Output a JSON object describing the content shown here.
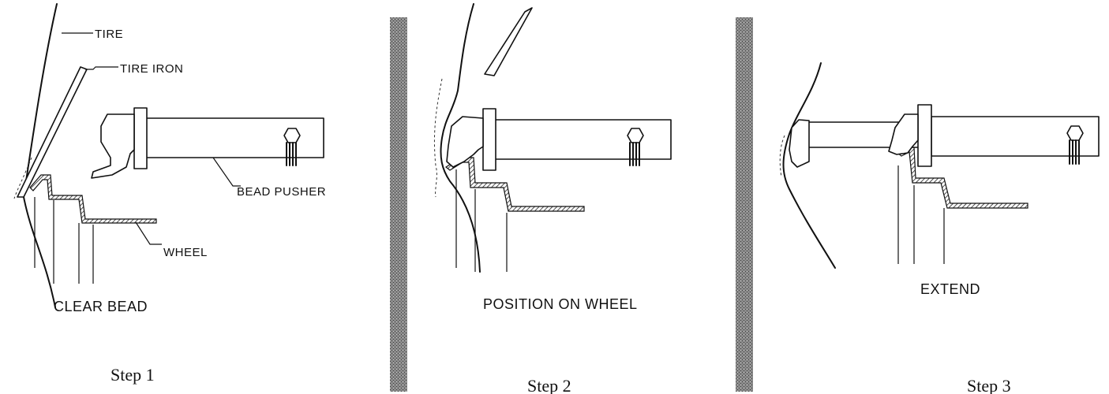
{
  "panels": [
    {
      "step": "Step 1",
      "caption": "CLEAR BEAD",
      "callouts": {
        "tire": "TIRE",
        "tire_iron": "TIRE IRON",
        "bead_pusher": "BEAD PUSHER",
        "wheel": "WHEEL"
      }
    },
    {
      "step": "Step 2",
      "caption": "POSITION ON WHEEL"
    },
    {
      "step": "Step 3",
      "caption": "EXTEND"
    }
  ]
}
